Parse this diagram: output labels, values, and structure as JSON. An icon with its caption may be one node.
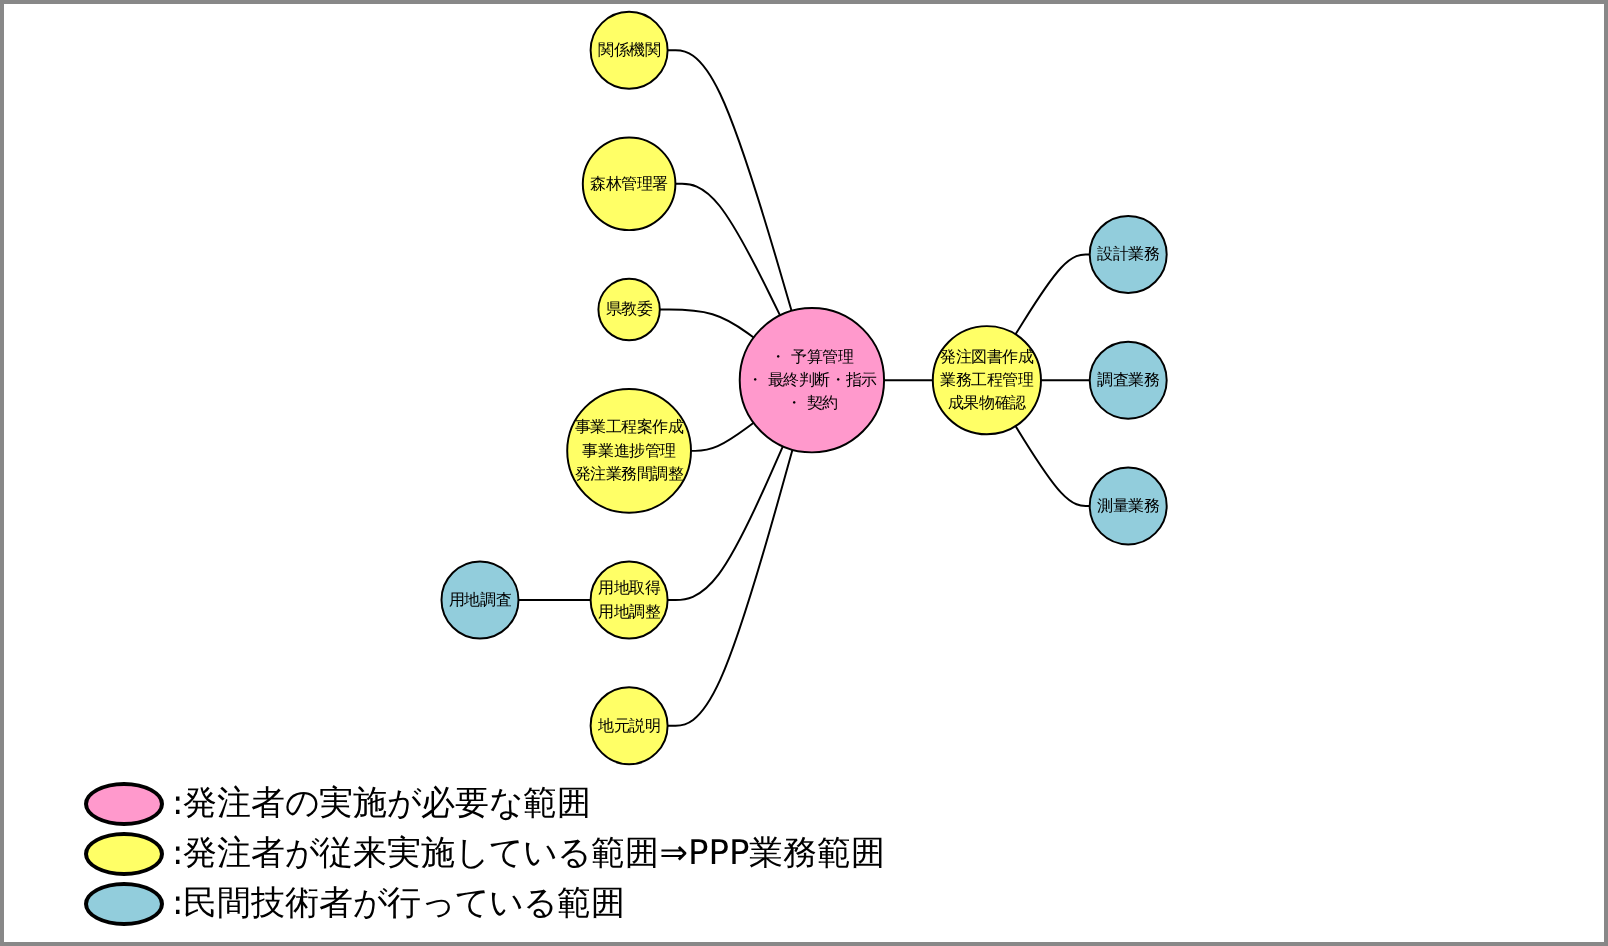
{
  "diagram": {
    "nodes": [
      {
        "text": [
          "・ 予算管理",
          "・ 最終判断・指示",
          "・ 契約"
        ]
      },
      {
        "text": [
          "関係機関"
        ]
      },
      {
        "text": [
          "森林管理署"
        ]
      },
      {
        "text": [
          "県教委"
        ]
      },
      {
        "text": [
          "事業工程案作成",
          "事業進捗管理",
          "発注業務間調整"
        ]
      },
      {
        "text": [
          "用地取得",
          "用地調整"
        ]
      },
      {
        "text": [
          "用地調査"
        ]
      },
      {
        "text": [
          "地元説明"
        ]
      },
      {
        "text": [
          "発注図書作成",
          "業務工程管理",
          "成果物確認"
        ]
      },
      {
        "text": [
          "設計業務"
        ]
      },
      {
        "text": [
          "調査業務"
        ]
      },
      {
        "text": [
          "測量業務"
        ]
      }
    ],
    "edges": [
      {
        "from": 1,
        "to": 0,
        "arrow": "none"
      },
      {
        "from": 2,
        "to": 0,
        "arrow": "none"
      },
      {
        "from": 3,
        "to": 0,
        "arrow": "none"
      },
      {
        "from": 4,
        "to": 0,
        "arrow": "none"
      },
      {
        "from": 5,
        "to": 0,
        "arrow": "none"
      },
      {
        "from": 6,
        "to": 5,
        "arrow": "none"
      },
      {
        "from": 7,
        "to": 0,
        "arrow": "none"
      },
      {
        "from": 0,
        "to": 8,
        "arrow": "none"
      },
      {
        "from": 8,
        "to": 9,
        "arrow": "none"
      },
      {
        "from": 8,
        "to": 10,
        "arrow": "none"
      },
      {
        "from": 8,
        "to": 11,
        "arrow": "none"
      }
    ],
    "legend": [
      {
        "text": ":発注者の実施が必要な範囲",
        "color": "#ff99cc"
      },
      {
        "text": ":発注者が従来実施している範囲⇒PPP業務範囲",
        "color": "#ffff66"
      },
      {
        "text": ":民間技術者が行っている範囲",
        "color": "#92cddc"
      }
    ]
  }
}
